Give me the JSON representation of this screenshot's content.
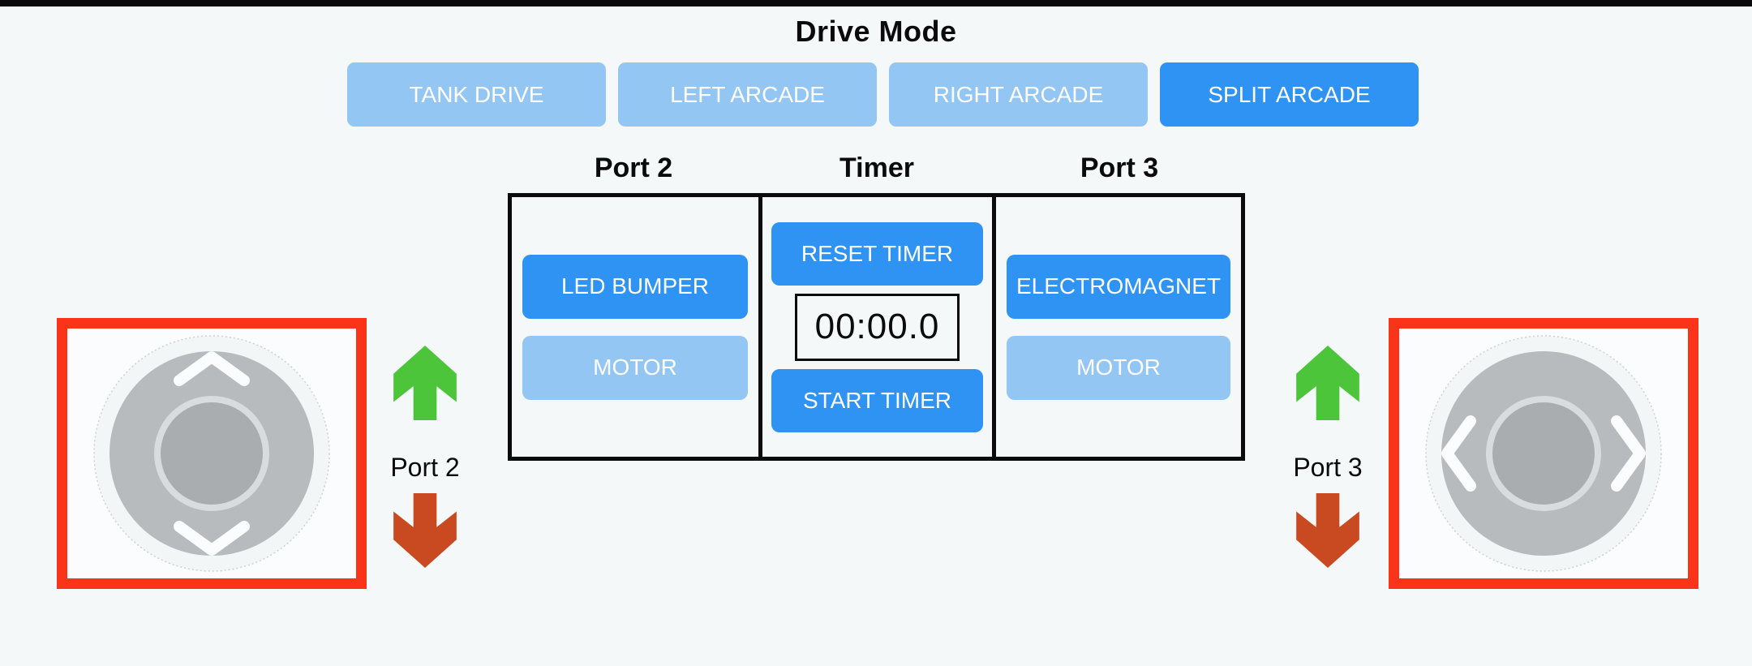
{
  "colors": {
    "page_bg": "#F4F8F9",
    "top_bar": "#0A0A0A",
    "blue_active": "#2E93F2",
    "blue_inactive": "#94C6F4",
    "button_text": "#FFFFFF",
    "outline_red": "#F93418",
    "arrow_green": "#4CC53A",
    "arrow_red": "#C94A21",
    "pad_base_gray": "#B7BBBD",
    "knob_gray": "#A9ADAF",
    "knob_ring": "#D9DCDE",
    "pad_outer": "#F2F6F7",
    "chevron_white": "#FAFCFD"
  },
  "drive_mode": {
    "title": "Drive Mode",
    "buttons": [
      {
        "label": "TANK DRIVE",
        "active": false
      },
      {
        "label": "LEFT ARCADE",
        "active": false
      },
      {
        "label": "RIGHT ARCADE",
        "active": false
      },
      {
        "label": "SPLIT ARCADE",
        "active": true
      }
    ]
  },
  "control_table": {
    "headers": [
      "Port 2",
      "Timer",
      "Port 3"
    ],
    "port2": {
      "buttons": [
        {
          "label": "LED BUMPER",
          "active": true
        },
        {
          "label": "MOTOR",
          "active": false
        }
      ]
    },
    "timer": {
      "reset_label": "RESET TIMER",
      "display": "00:00.0",
      "start_label": "START TIMER"
    },
    "port3": {
      "buttons": [
        {
          "label": "ELECTROMAGNET",
          "active": true
        },
        {
          "label": "MOTOR",
          "active": false
        }
      ]
    }
  },
  "joysticks": {
    "left": {
      "label": "Port 2",
      "axis": "vertical"
    },
    "right": {
      "label": "Port 3",
      "axis": "horizontal"
    }
  }
}
